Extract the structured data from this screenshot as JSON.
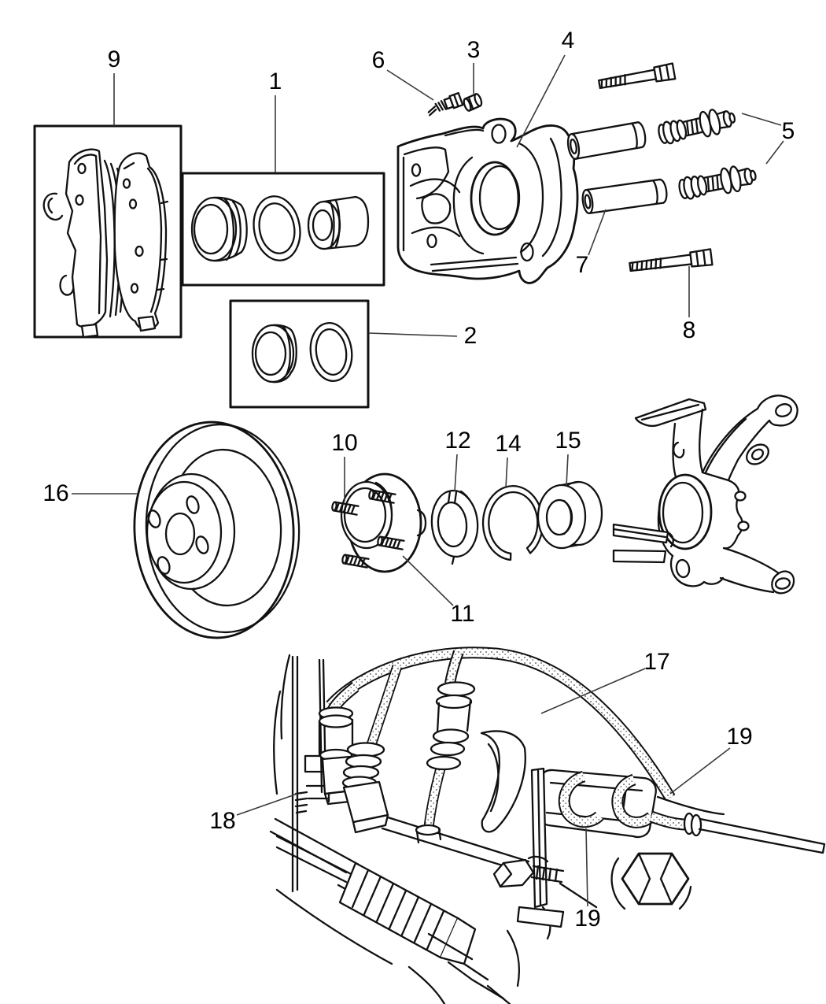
{
  "diagram": {
    "type": "exploded-parts-diagram",
    "subject": "front-disc-brake-assembly",
    "background_color": "#ffffff",
    "line_color": "#111111",
    "callouts": [
      {
        "label": "1",
        "part": "piston-boot-and-seal-kit-box"
      },
      {
        "label": "2",
        "part": "boot-and-seal-kit-box"
      },
      {
        "label": "3",
        "part": "bleeder-screw-cap"
      },
      {
        "label": "4",
        "part": "disc-brake-caliper"
      },
      {
        "label": "5",
        "part": "guide-pin-bushing-assemblies"
      },
      {
        "label": "6",
        "part": "bleeder-screw"
      },
      {
        "label": "7",
        "part": "caliper-guide-sleeves"
      },
      {
        "label": "8",
        "part": "caliper-guide-pin-bolt"
      },
      {
        "label": "9",
        "part": "brake-pad-kit-box"
      },
      {
        "label": "10",
        "part": "wheel-stud"
      },
      {
        "label": "11",
        "part": "hub"
      },
      {
        "label": "12",
        "part": "washer"
      },
      {
        "label": "14",
        "part": "snap-ring"
      },
      {
        "label": "15",
        "part": "wheel-bearing"
      },
      {
        "label": "16",
        "part": "brake-rotor"
      },
      {
        "label": "17",
        "part": "brake-hose"
      },
      {
        "label": "18",
        "part": "strut-bracket"
      },
      {
        "label": "19",
        "part": "hose-fitting-upper"
      },
      {
        "label": "19",
        "part": "hose-fitting-lower"
      }
    ]
  }
}
